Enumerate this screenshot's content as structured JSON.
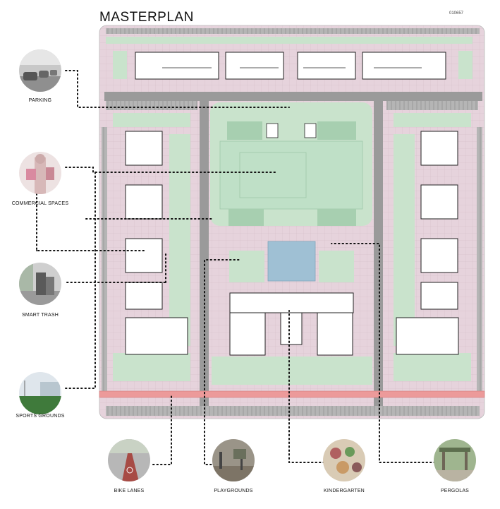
{
  "title": "MASTERPLAN",
  "drawing_code": "010657",
  "callouts": [
    {
      "id": "parking",
      "label": "PARKING",
      "icon": "parked-cars-photo"
    },
    {
      "id": "commercial",
      "label": "COMMERCIAL SPACES",
      "icon": "shopping-person-photo"
    },
    {
      "id": "trash",
      "label": "SMART TRASH",
      "icon": "smart-trash-bin-photo"
    },
    {
      "id": "sports",
      "label": "SPORTS GROUNDS",
      "icon": "sports-field-photo"
    },
    {
      "id": "bike",
      "label": "BIKE LANES",
      "icon": "bike-lane-photo"
    },
    {
      "id": "play",
      "label": "PLAYGROUNDS",
      "icon": "playground-photo"
    },
    {
      "id": "kinder",
      "label": "KINDERGARTEN",
      "icon": "kindergarten-children-photo"
    },
    {
      "id": "pergola",
      "label": "PERGOLAS",
      "icon": "pergola-photo"
    }
  ],
  "colors": {
    "pink": "#e6d3dc",
    "green": "#c9e3cc",
    "field": "#bfe0c7",
    "road": "#9a9a9a",
    "pool": "#9fc0d4",
    "bike_lane": "#ec9a9a"
  }
}
